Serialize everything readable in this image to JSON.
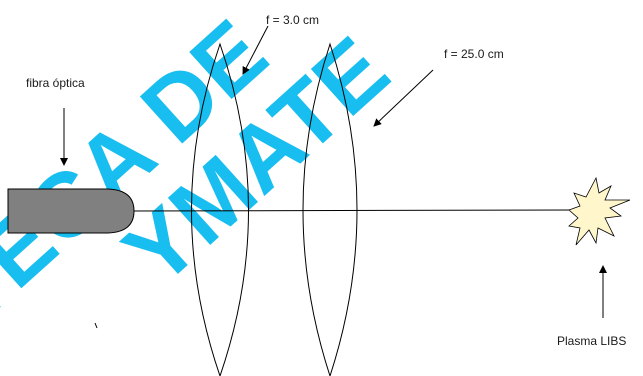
{
  "watermark": {
    "line1": "TECA DE",
    "line2": "YMATE",
    "color": "#00b7ef"
  },
  "labels": {
    "fiber": "fibra óptica",
    "lens1_focal": "f = 3.0 cm",
    "lens2_focal": "f = 25.0 cm",
    "plasma": "Plasma LIBS"
  },
  "colors": {
    "fiber_fill": "#808080",
    "plasma_fill": "#fff6cc",
    "line": "#000000"
  }
}
